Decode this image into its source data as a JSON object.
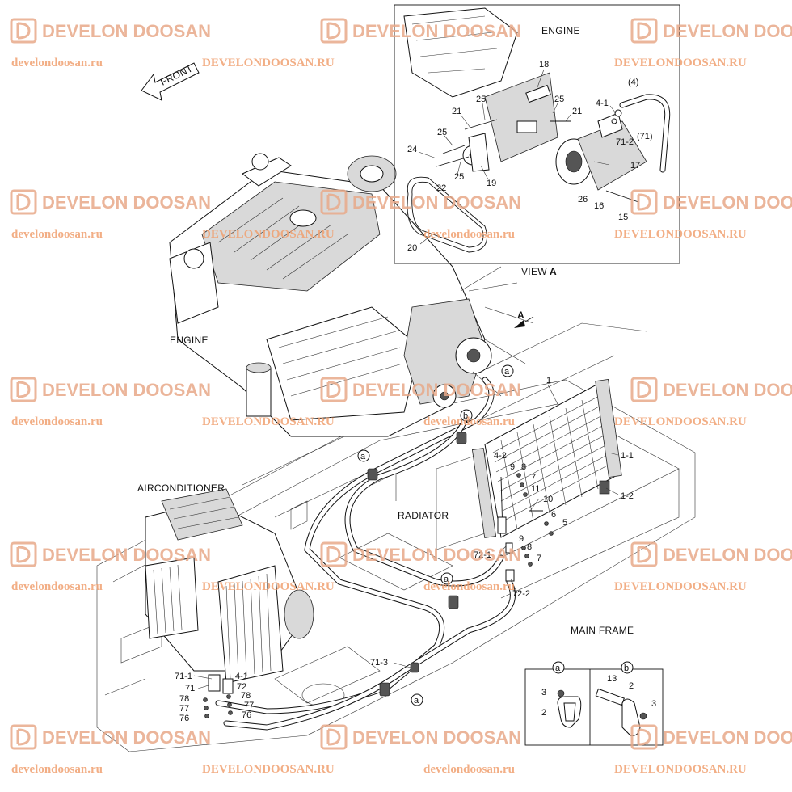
{
  "titles": {
    "engine_top": "ENGINE",
    "engine_main": "ENGINE",
    "view_a_prefix": "VIEW",
    "view_a_letter": "A",
    "front": "FRONT",
    "airconditioner": "AIRCONDITIONER",
    "radiator": "RADIATOR",
    "main_frame": "MAIN FRAME",
    "view_marker": "A"
  },
  "callouts": {
    "p18": "18",
    "p25a": "25",
    "p25b": "25",
    "p25c": "25",
    "p25d": "25",
    "p21a": "21",
    "p21b": "21",
    "p24": "24",
    "p22": "22",
    "p19": "19",
    "p20": "20",
    "p17": "17",
    "p4_1_top": "4-1",
    "p4_paren": "(4)",
    "p71_2": "71-2",
    "p71_paren": "(71)",
    "p26": "26",
    "p16": "16",
    "p15": "15",
    "p1": "1",
    "p1_1": "1-1",
    "p1_2": "1-2",
    "p4_2": "4-2",
    "p9a": "9",
    "p8a": "8",
    "p7a": "7",
    "p11": "11",
    "p10": "10",
    "p6": "6",
    "p5": "5",
    "p9b": "9",
    "p8b": "8",
    "p7b": "7",
    "p72_1": "72-1",
    "p72_2": "72-2",
    "p71_3": "71-3",
    "p71_1": "71-1",
    "p71": "71",
    "p4_1_bot": "4-1",
    "p72": "72",
    "p78a": "78",
    "p77a": "77",
    "p76a": "76",
    "p78b": "78",
    "p77b": "77",
    "p76b": "76",
    "det_a_3": "3",
    "det_a_2": "2",
    "det_b_13": "13",
    "det_b_2": "2",
    "det_b_3": "3"
  },
  "circle_labels": {
    "a1": "a",
    "a2": "a",
    "a3": "a",
    "a4": "a",
    "b1": "b",
    "detail_a": "a",
    "detail_b": "b"
  },
  "watermarks": {
    "brand": "DEVELON DOOSAN",
    "site_lower": "develondoosan.ru",
    "site_upper": "DEVELONDOOSAN.RU"
  },
  "colors": {
    "watermark_brand": "#e8a989",
    "watermark_site": "#f0a070",
    "line": "#111111"
  }
}
